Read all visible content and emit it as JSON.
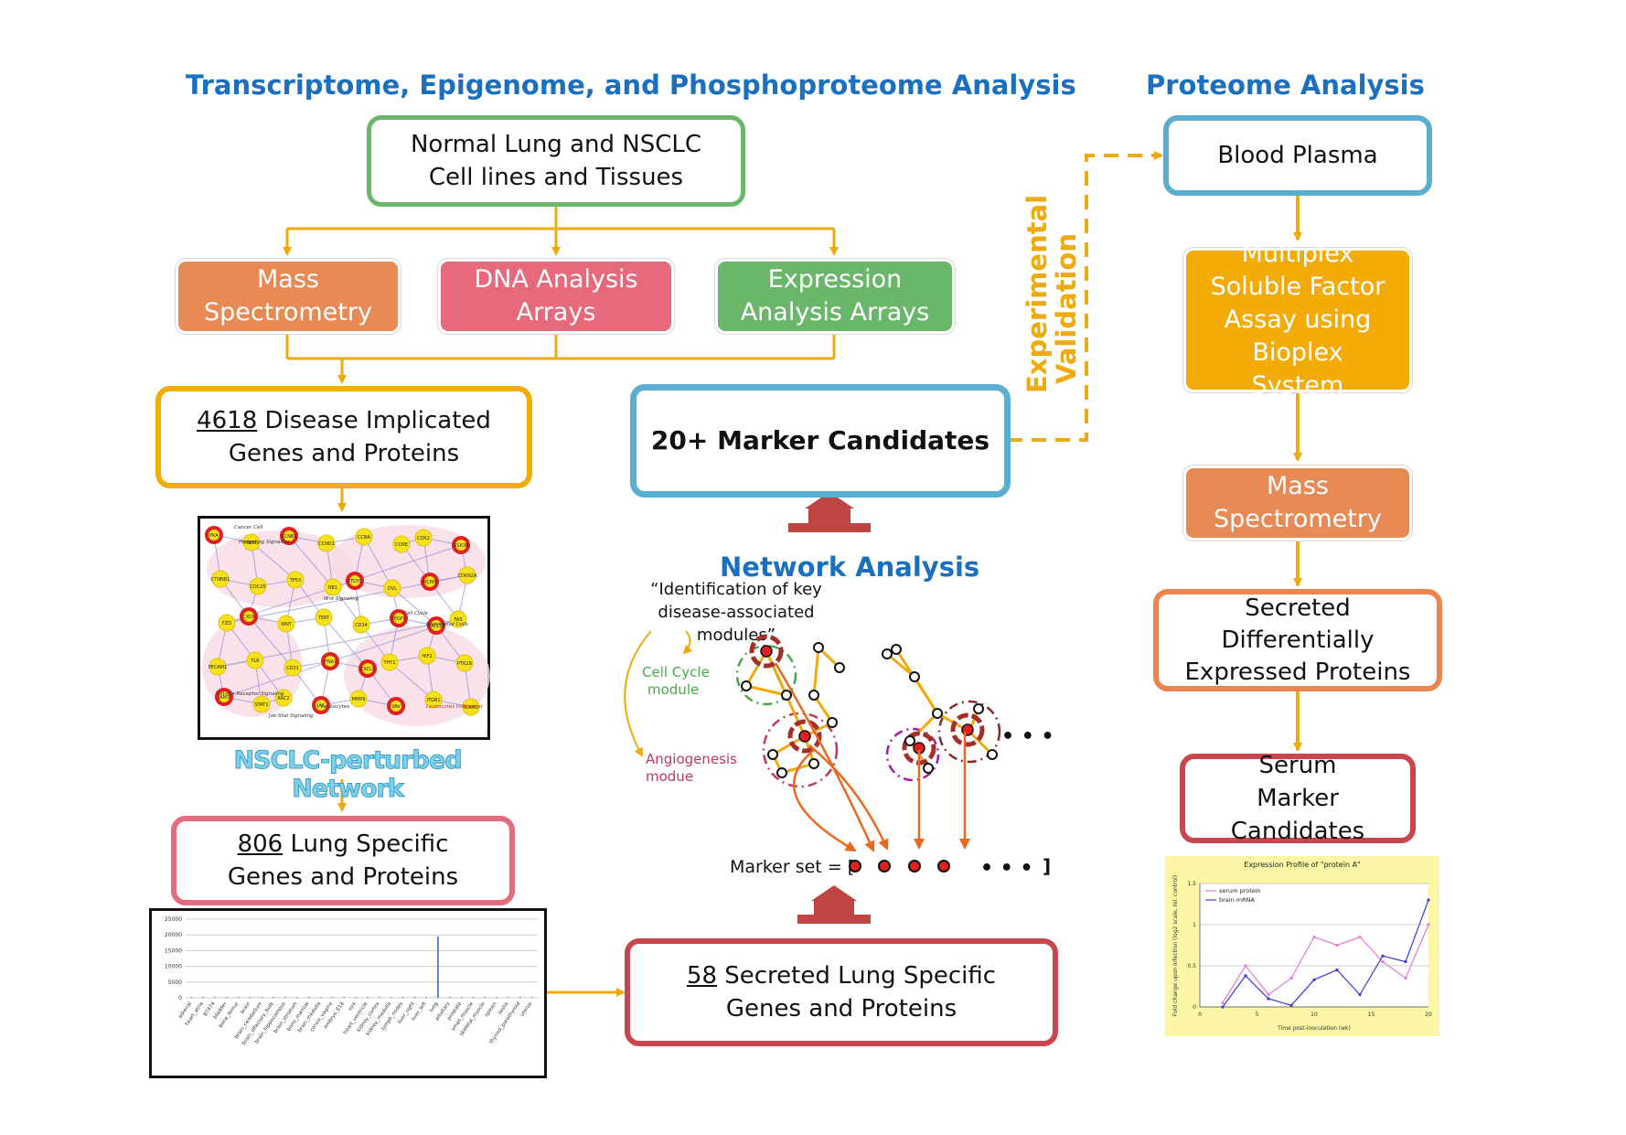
{
  "titles": {
    "left": "Transcriptome, Epigenome, and Phosphoproteome Analysis",
    "right": "Proteome Analysis",
    "network": "Network Analysis",
    "nsclc_network": "NSCLC-perturbed Network"
  },
  "left_flow": {
    "source": "Normal Lung and NSCLC Cell lines and Tissues",
    "mass_spec": "Mass Spectrometry",
    "dna_arrays": "DNA Analysis Arrays",
    "expression_arrays": "Expression Analysis Arrays",
    "disease_count": "4618",
    "disease_text": "Disease Implicated Genes and Proteins",
    "lung_count": "806",
    "lung_text": "Lung Specific Genes and Proteins",
    "secreted_count": "58",
    "secreted_text": "Secreted Lung Specific Genes and Proteins",
    "marker_candidates": "20+ Marker Candidates"
  },
  "validation": {
    "line1": "Experimental",
    "line2": "Validation"
  },
  "right_flow": {
    "blood_plasma": "Blood Plasma",
    "multiplex": "Multiplex Soluble Factor Assay using Bioplex System",
    "mass_spec": "Mass Spectrometry",
    "secreted_diff": "Secreted Differentially Expressed Proteins",
    "serum_candidates": "Serum Marker Candidates"
  },
  "network_panel": {
    "quote_line1": "“Identification of key",
    "quote_line2": "disease-associated",
    "quote_line3": "modules”",
    "cell_cycle_line1": "Cell Cycle",
    "cell_cycle_line2": "module",
    "angio_line1": "Angiogenesis",
    "angio_line2": "modue",
    "marker_set": "Marker set = [",
    "ellipsis": "• • •",
    "ellipsis2": "• • •",
    "close_bracket": "]"
  },
  "network_image": {
    "labels": [
      "Cancer Cell",
      "Hedgehog Signaling",
      "Cell Cycle",
      "Endothelial Cells",
      "Wnt Signaling",
      "Toll-like Receptor Signaling",
      "Leukocytes",
      "Jak-Stat Signaling",
      "Leukocytes Infiltration"
    ],
    "nodes": [
      "PKA",
      "PSEN1",
      "CCNB1",
      "CCND1",
      "CCNA",
      "CCNE",
      "COX2",
      "GSK3B",
      "CTNNB1",
      "CDC25",
      "TP53",
      "RB1",
      "PTCH1",
      "DVL",
      "MCM5",
      "CDKN2A",
      "FZD",
      "CXCR",
      "WNT",
      "TERT",
      "CD34",
      "VEGFC",
      "CXCL12",
      "FAS",
      "PECAM1",
      "TLR",
      "CD31",
      "IFNA1",
      "CXCL5",
      "THY1",
      "HIF2",
      "PTK2B",
      "JAM3",
      "STAT1",
      "RAC2",
      "JAK",
      "MMP9",
      "VAV",
      "ITGB1",
      "ICAM1"
    ]
  },
  "tissue_chart": {
    "type": "bar",
    "y_ticks": [
      "25000",
      "20000",
      "15000",
      "10000",
      "5000",
      "0"
    ],
    "ylim": [
      0,
      25000
    ],
    "categories": [
      "adrenal",
      "heart_atria",
      "BT474",
      "bladder",
      "bone_femur",
      "brain",
      "brain_cerebellum",
      "brain_olfactory_bulb",
      "brain_hippocampus",
      "brain_striatum",
      "bone_marrow",
      "brain_medulla",
      "cervix_vagina",
      "embryo_E18",
      "eye",
      "heart_ventricle",
      "kidney_cortex",
      "kidney_medulla",
      "lymph_nodes",
      "liver_right",
      "liver_left",
      "lung",
      "pituitary",
      "prostate",
      "small_muscle",
      "skeletal_muscle",
      "spleen",
      "testis",
      "thyroid_parathyroid",
      "uterus"
    ],
    "values": [
      250,
      250,
      250,
      250,
      250,
      250,
      250,
      250,
      250,
      250,
      250,
      250,
      250,
      250,
      250,
      250,
      250,
      250,
      250,
      250,
      250,
      19500,
      250,
      250,
      250,
      250,
      250,
      250,
      250,
      250
    ]
  },
  "chart_data": {
    "type": "line",
    "title": "Expression Profile of \"protein A\"",
    "xlabel": "Time post-inoculation (wk)",
    "ylabel": "Fold change upon infection (log2 scale, rel. control)",
    "xlim": [
      0,
      20
    ],
    "ylim": [
      0,
      1.5
    ],
    "x_ticks": [
      "0",
      "5",
      "10",
      "15",
      "20"
    ],
    "y_ticks": [
      "0",
      "0.5",
      "1",
      "1.5"
    ],
    "legend_position": "top-left",
    "series": [
      {
        "name": "serum protein",
        "color": "#e57ad6",
        "x": [
          2,
          4,
          6,
          8,
          10,
          12,
          14,
          16,
          18,
          20
        ],
        "y": [
          0.05,
          0.5,
          0.15,
          0.35,
          0.85,
          0.75,
          0.85,
          0.55,
          0.35,
          1.0
        ]
      },
      {
        "name": "brain mRNA",
        "color": "#3a3ad0",
        "x": [
          2,
          4,
          6,
          8,
          10,
          12,
          14,
          16,
          18,
          20
        ],
        "y": [
          0.0,
          0.38,
          0.1,
          0.02,
          0.33,
          0.45,
          0.15,
          0.62,
          0.55,
          1.3
        ]
      }
    ]
  },
  "colors": {
    "title_blue": "#1a6fbf",
    "arrow_gold": "#efaa10",
    "green_border": "#6ab76b",
    "blue_border": "#5aaed0",
    "orange_fill": "#e88a55",
    "pink_fill": "#e66a7b",
    "green_fill": "#6ab76b",
    "gold_fill": "#f2ab07",
    "red_border": "#c9464e",
    "pink_border": "#e56c7e",
    "orange_border": "#eb8450",
    "dark_red_arrow": "#c0392b"
  }
}
